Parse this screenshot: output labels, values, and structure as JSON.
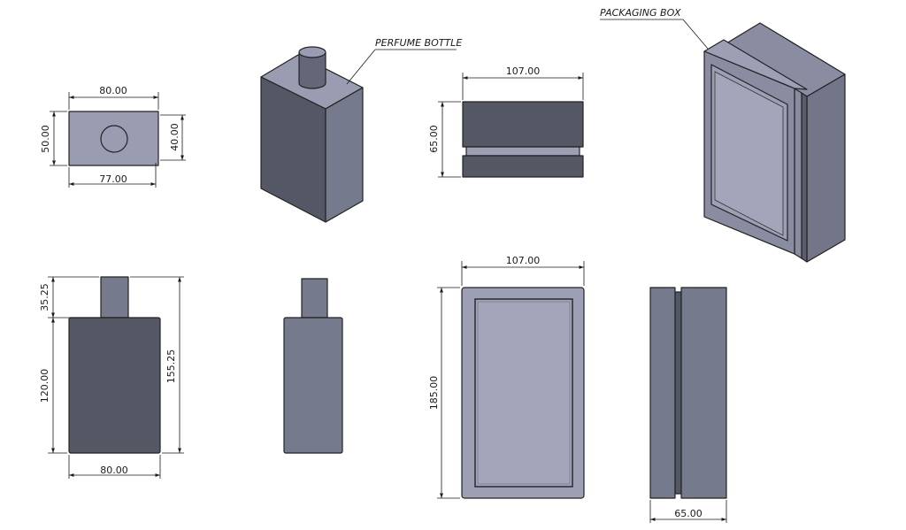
{
  "callouts": {
    "perfume_bottle": "PERFUME BOTTLE",
    "packaging_box": "PACKAGING BOX"
  },
  "dimensions": {
    "bottle_top_width": "80.00",
    "bottle_top_depth": "50.00",
    "bottle_top_inner_depth": "40.00",
    "bottle_top_inner_width": "77.00",
    "bottle_neck_height": "35.25",
    "bottle_body_height": "120.00",
    "bottle_total_height": "155.25",
    "bottle_front_width": "80.00",
    "box_top_width": "107.00",
    "box_top_depth": "65.00",
    "box_front_width": "107.00",
    "box_front_height": "185.00",
    "box_side_width": "65.00"
  },
  "colors": {
    "bottle_dark": "#545764",
    "bottle_mid": "#767a8d",
    "bottle_light": "#9a9db1",
    "box_face": "#9da0b5",
    "box_rim": "#8a8da2",
    "box_side": "#737689",
    "box_dark": "#5a5d6c"
  }
}
